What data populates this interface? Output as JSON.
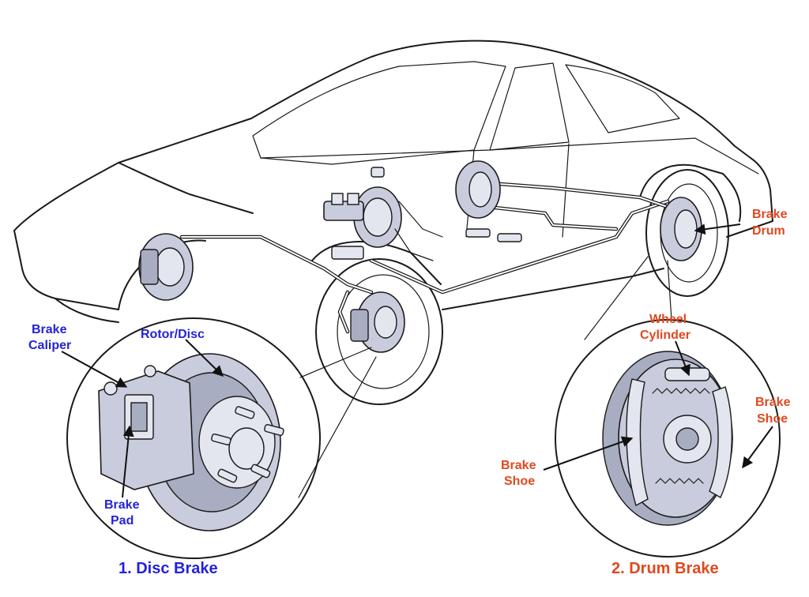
{
  "labels": {
    "brake_caliper": [
      "Brake",
      "Caliper"
    ],
    "rotor_disc": "Rotor/Disc",
    "brake_pad": [
      "Brake",
      "Pad"
    ],
    "disc_brake_title": "1. Disc Brake",
    "brake_drum": [
      "Brake",
      "Drum"
    ],
    "wheel_cylinder": [
      "Wheel",
      "Cylinder"
    ],
    "brake_shoe_left": [
      "Brake",
      "Shoe"
    ],
    "brake_shoe_right": [
      "Brake",
      "Shoe"
    ],
    "drum_brake_title": "2. Drum Brake"
  },
  "colors": {
    "disc_label": "#2323d8",
    "drum_label": "#e0491f",
    "part_fill": "#c9ccdc"
  }
}
